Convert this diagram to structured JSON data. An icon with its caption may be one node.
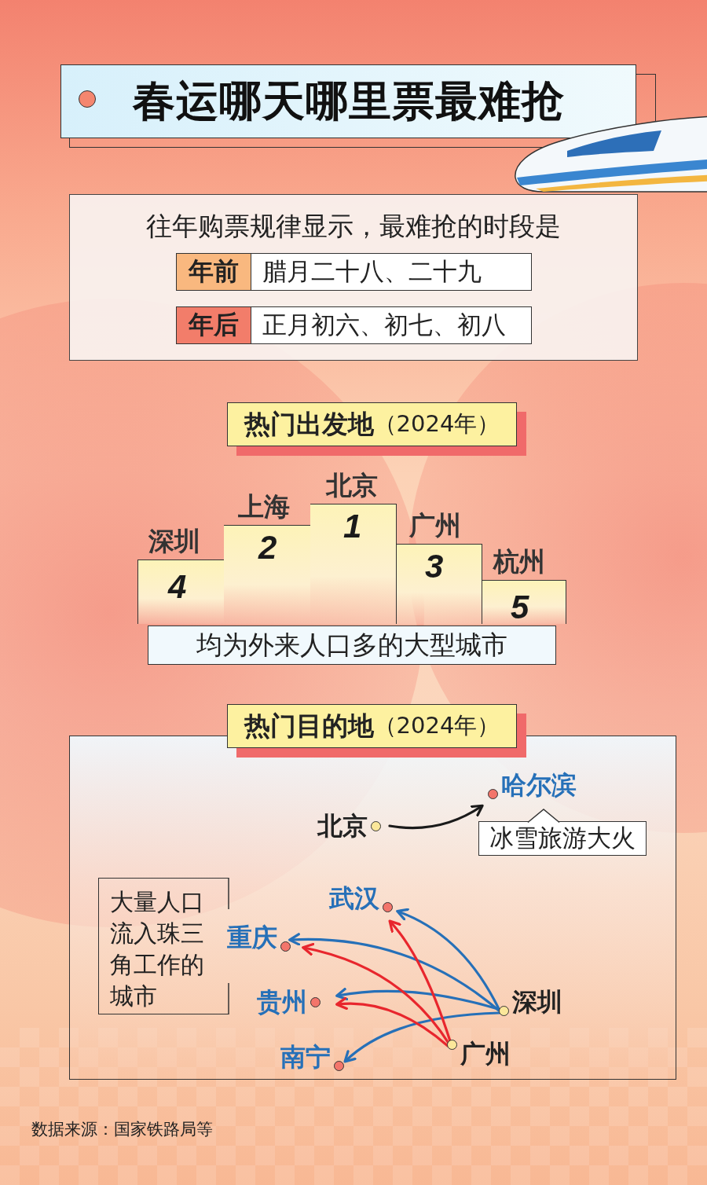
{
  "diagram": {
    "title": "春运哪天哪里票最难抢",
    "nodes": [
      {
        "text": [
          "往年购票规律显示，最难抢的时段是"
        ]
      },
      {
        "text": [
          "年前",
          "腊月二十八、二十九"
        ],
        "in": 0
      },
      {
        "text": [
          "年后",
          "正月初六、初七、初八"
        ],
        "in": 0
      },
      {
        "text": [
          "热门出发地",
          "（2024年）"
        ]
      },
      {
        "text": [
          "深圳",
          "4"
        ]
      },
      {
        "text": [
          "上海",
          "2"
        ]
      },
      {
        "text": [
          "北京",
          "1"
        ]
      },
      {
        "text": [
          "广州",
          "3"
        ]
      },
      {
        "text": [
          "杭州",
          "5"
        ]
      },
      {
        "text": [
          "均为外来人口多的大型城市"
        ]
      },
      {
        "text": [
          "热门目的地",
          "（2024年）"
        ]
      },
      {
        "text": [],
        "shape": "box"
      },
      {
        "text": [
          "北京"
        ],
        "in": 11
      },
      {
        "text": [
          "哈尔滨"
        ],
        "in": 11
      },
      {
        "text": [
          "冰雪旅游大火"
        ],
        "in": 11
      },
      {
        "text": [
          "大量人口流入珠三角工作的城市"
        ],
        "in": 11
      },
      {
        "text": [
          "武汉"
        ],
        "in": 11
      },
      {
        "text": [
          "重庆"
        ],
        "in": 11
      },
      {
        "text": [
          "贵州"
        ],
        "in": 11
      },
      {
        "text": [
          "南宁"
        ],
        "in": 11
      },
      {
        "text": [
          "深圳"
        ],
        "in": 11
      },
      {
        "text": [
          "广州"
        ],
        "in": 11
      }
    ],
    "edges": [
      {
        "from": 12,
        "to": 13,
        "arrow": "to",
        "color": "#1a1a1a"
      },
      {
        "from": 20,
        "to": 16,
        "arrow": "to"
      },
      {
        "from": 20,
        "to": 17,
        "arrow": "to"
      },
      {
        "from": 20,
        "to": 18,
        "arrow": "to"
      },
      {
        "from": 20,
        "to": 19,
        "arrow": "to"
      },
      {
        "from": 21,
        "to": 16,
        "arrow": "to",
        "color": "#e8262d"
      },
      {
        "from": 21,
        "to": 17,
        "arrow": "to",
        "color": "#e8262d"
      },
      {
        "from": 21,
        "to": 18,
        "arrow": "to",
        "color": "#e8262d"
      }
    ],
    "labels": [
      "数据来源：国家铁路局等"
    ]
  }
}
